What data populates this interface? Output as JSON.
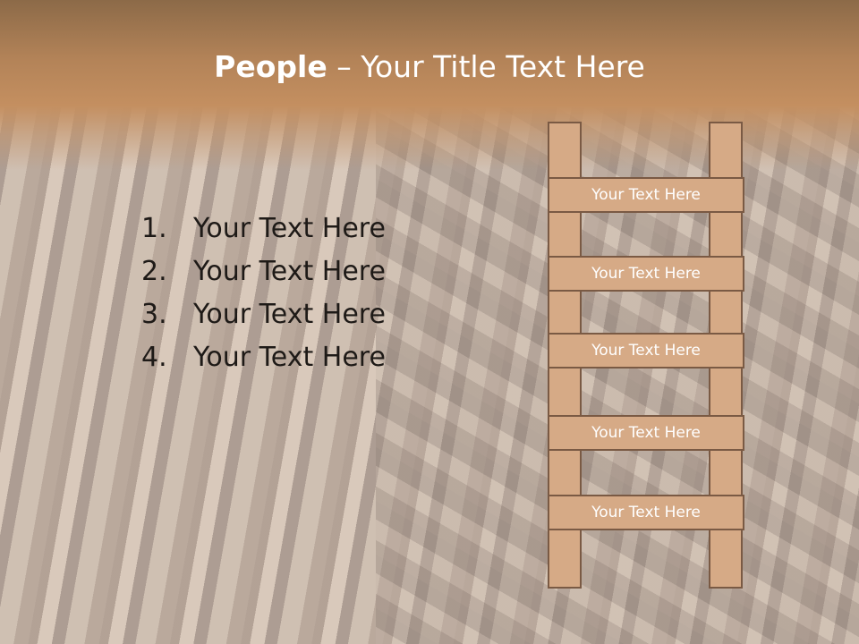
{
  "slide": {
    "title_bold": "People",
    "title_rest": " – Your Title Text Here",
    "list": [
      {
        "num": "1.",
        "text": "Your Text Here"
      },
      {
        "num": "2.",
        "text": "Your Text Here"
      },
      {
        "num": "3.",
        "text": "Your Text Here"
      },
      {
        "num": "4.",
        "text": "Your Text Here"
      }
    ],
    "ladder": {
      "rungs": [
        "Your Text Here",
        "Your Text Here",
        "Your Text Here",
        "Your Text Here",
        "Your Text Here"
      ]
    }
  },
  "colors": {
    "header_band": "#b38358",
    "ladder_fill": "#d6aa86",
    "ladder_border": "#7a5a44"
  }
}
